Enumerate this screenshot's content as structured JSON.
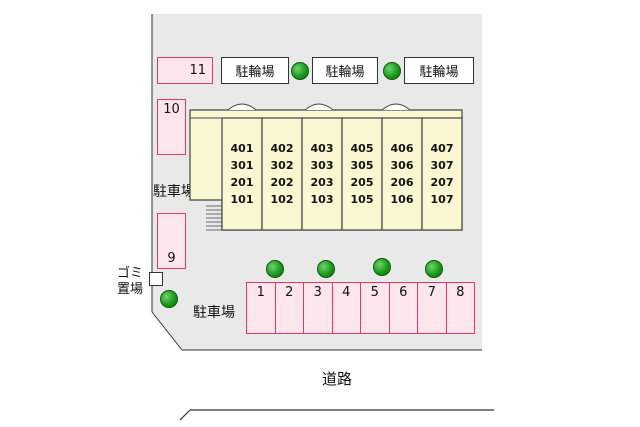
{
  "bike_parking_label": "駐輪場",
  "parking_slots": [
    "11",
    "10",
    "9"
  ],
  "parking_label_left": "駐車場",
  "parking_label_bottom": "駐車場",
  "garbage_label_line1": "ゴミ",
  "garbage_label_line2": "置場",
  "road_label": "道路",
  "units": [
    [
      "401",
      "301",
      "201",
      "101"
    ],
    [
      "402",
      "302",
      "202",
      "102"
    ],
    [
      "403",
      "303",
      "203",
      "103"
    ],
    [
      "405",
      "305",
      "205",
      "105"
    ],
    [
      "406",
      "306",
      "206",
      "106"
    ],
    [
      "407",
      "307",
      "207",
      "107"
    ]
  ],
  "bottom_spots": [
    "1",
    "2",
    "3",
    "4",
    "5",
    "6",
    "7",
    "8"
  ],
  "colors": {
    "slot_fill": "#fce6ec",
    "slot_border": "#e03860",
    "building_fill": "#fbf7d2",
    "site_fill": "#e9e9e9",
    "tree": "#1b9a1b"
  }
}
